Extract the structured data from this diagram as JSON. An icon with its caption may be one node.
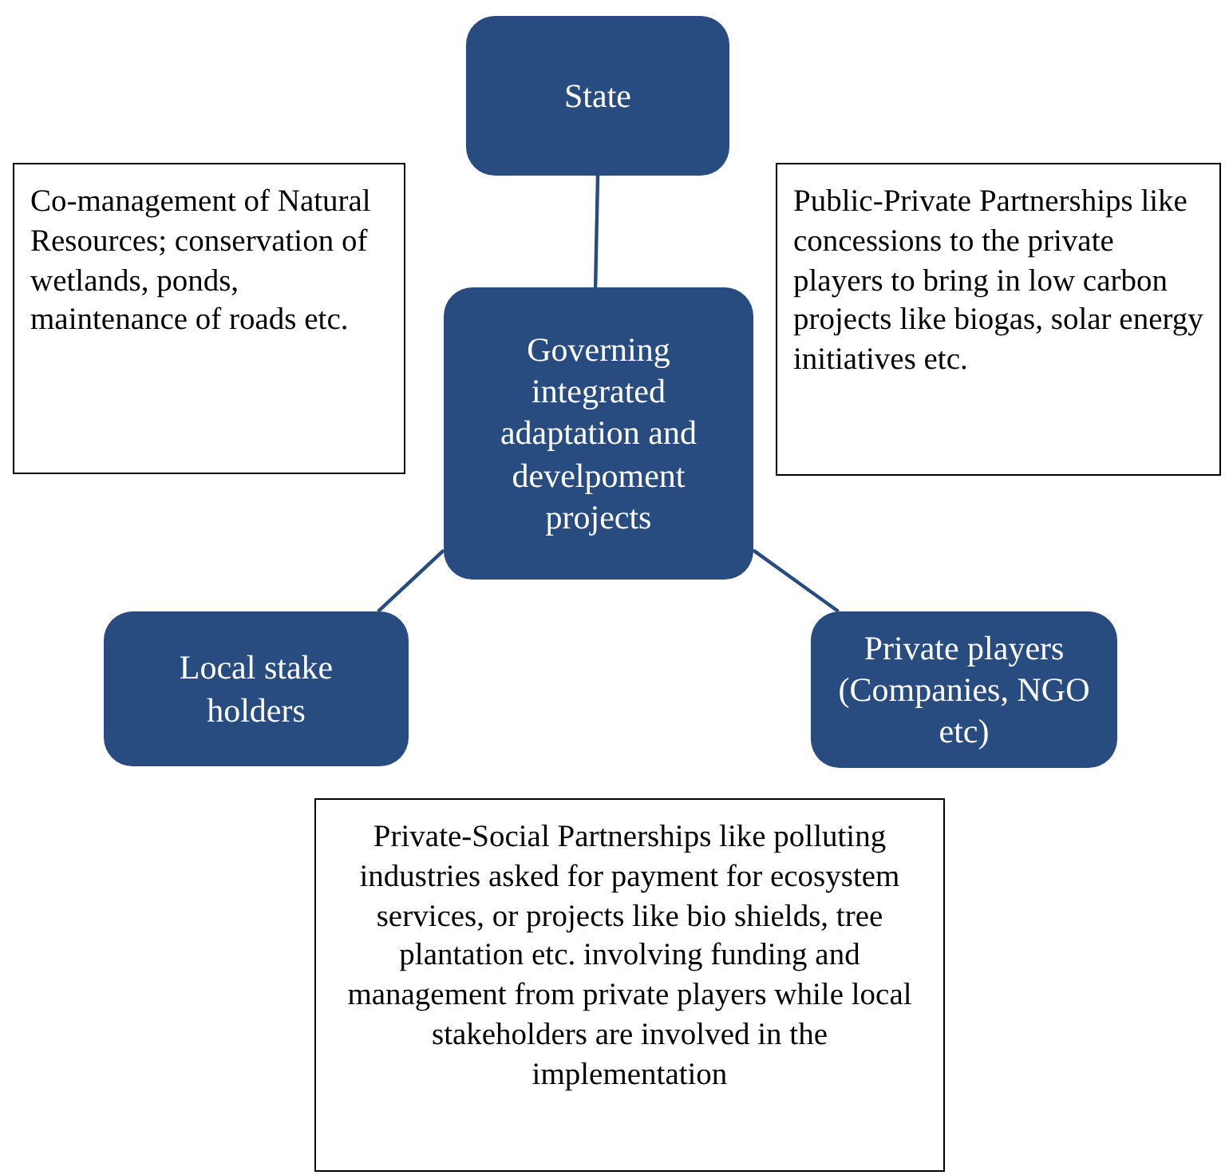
{
  "diagram": {
    "nodes": [
      {
        "text": [
          "State"
        ]
      },
      {
        "text": [
          "Co-management of Natural Resources; conservation of wetlands, ponds, maintenance of roads etc."
        ]
      },
      {
        "text": [
          "Governing integrated adaptation and develpoment projects"
        ]
      },
      {
        "text": [
          "Public-Private Partnerships like concessions to the private players to bring in low carbon projects like biogas, solar energy initiatives etc."
        ]
      },
      {
        "text": [
          "Local stake holders"
        ]
      },
      {
        "text": [
          "Private players (Companies, NGO etc)"
        ]
      },
      {
        "text": [
          "Private-Social Partnerships like polluting industries asked for payment for ecosystem services, or projects like bio shields, tree plantation etc. involving funding and management from private players while local stakeholders are involved in the implementation"
        ]
      }
    ],
    "edges": [
      {
        "from": 0,
        "to": 2,
        "arrow": "none"
      },
      {
        "from": 2,
        "to": 4,
        "arrow": "none"
      },
      {
        "from": 2,
        "to": 5,
        "arrow": "none"
      }
    ]
  }
}
